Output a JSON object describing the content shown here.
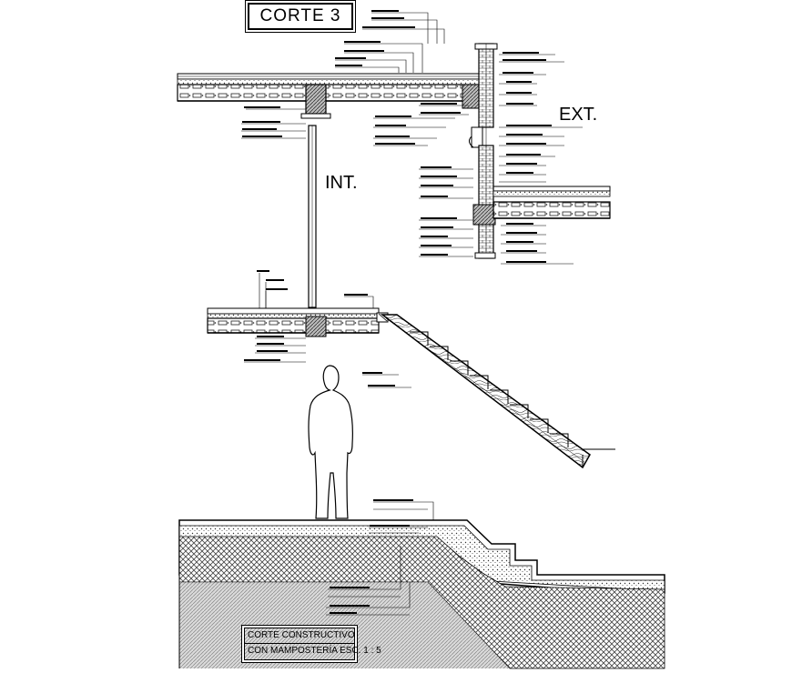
{
  "title": "CORTE 3",
  "label_int": "INT.",
  "label_ext": "EXT.",
  "caption": {
    "line1": "CORTE CONSTRUCTIVO",
    "line2": "CON MAMPOSTERÍA ESC. 1 : 5"
  },
  "colors": {
    "line": "#000000",
    "hatch": "#555555",
    "background": "#ffffff"
  }
}
